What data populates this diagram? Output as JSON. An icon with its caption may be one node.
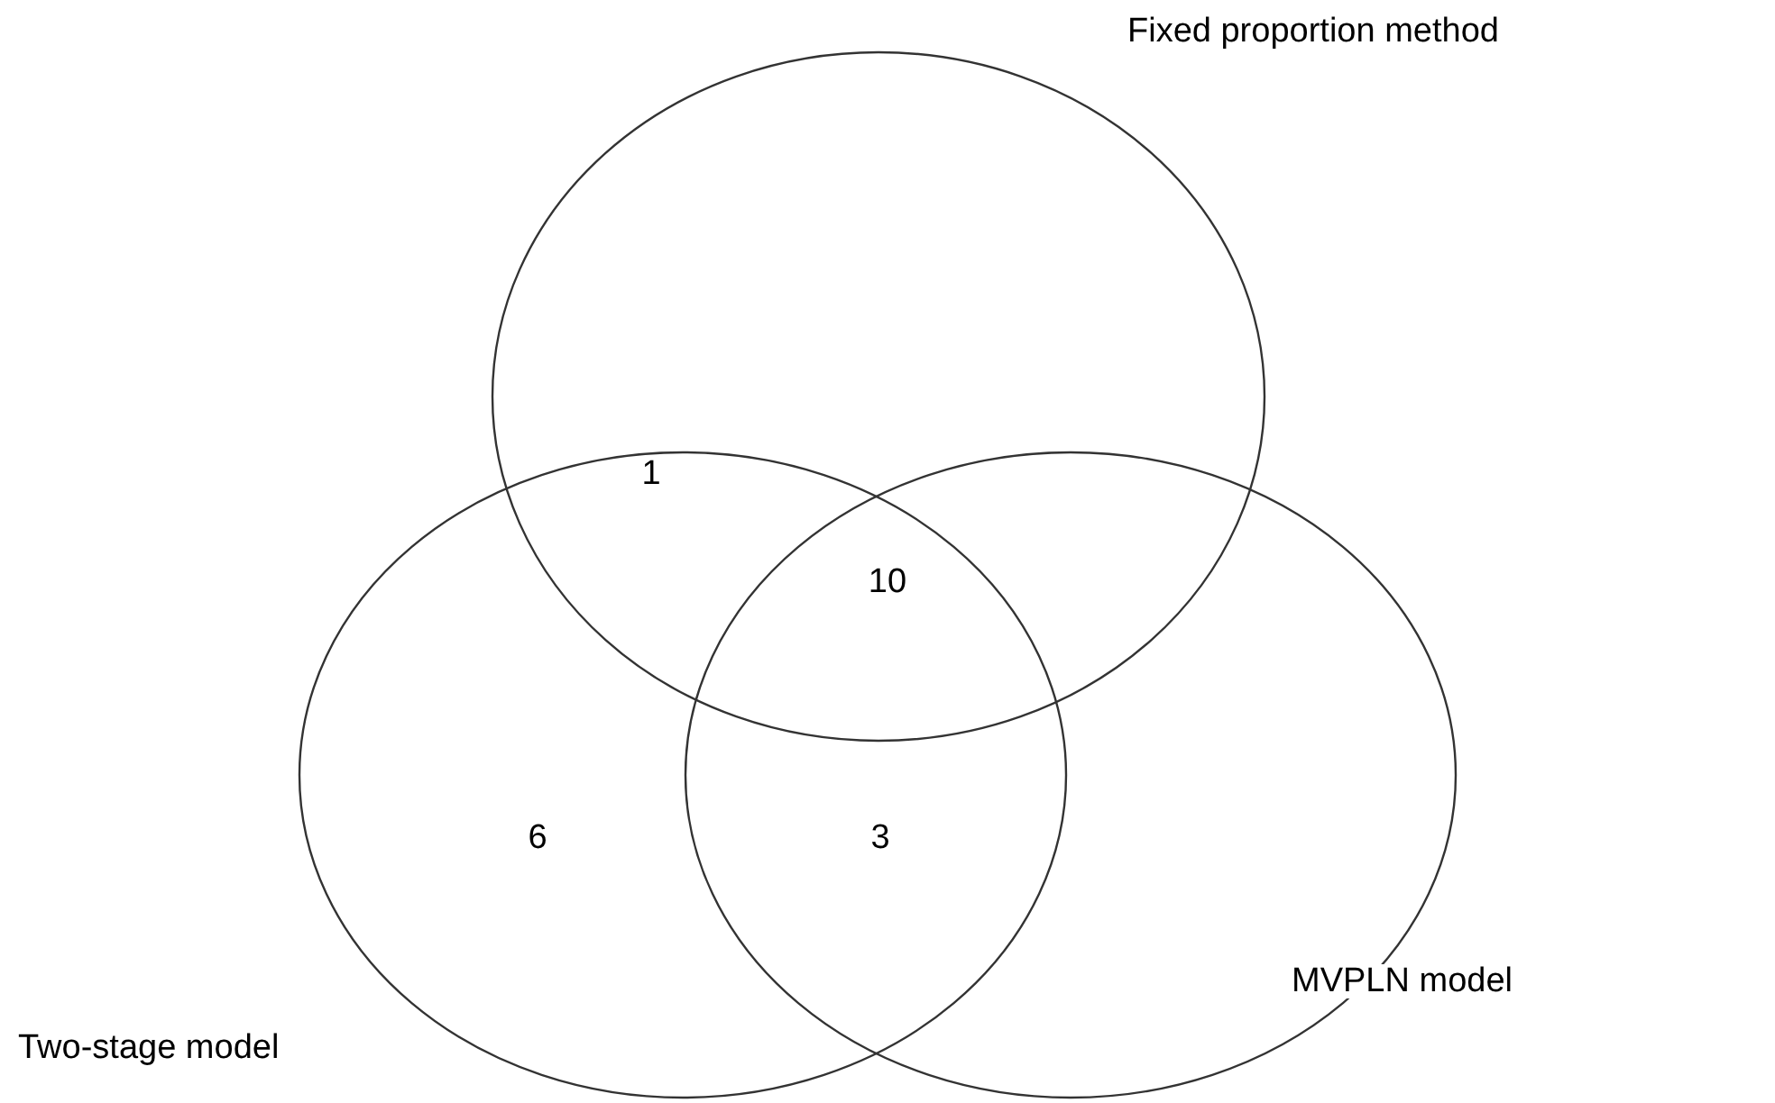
{
  "diagram": {
    "nodes": [
      {
        "text": [
          "Fixed proportion method"
        ]
      },
      {
        "text": [
          "Two-stage model"
        ]
      },
      {
        "text": [
          "MVPLN model"
        ]
      }
    ],
    "labels": [
      "1",
      "10",
      "6",
      "3"
    ]
  }
}
